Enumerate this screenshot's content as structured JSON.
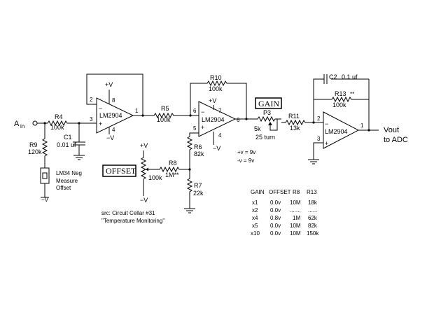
{
  "labels": {
    "ain_main": "A",
    "ain_sub": "in",
    "vout": "Vout",
    "to_adc": "to ADC",
    "offset_box": "OFFSET",
    "gain_box": "GAIN",
    "supply_pos": "+v = 9v",
    "supply_neg": "-v = 9v",
    "src_line1": "src: Circuit Cellar #31",
    "src_line2": "\"Temperature Monitoring\"",
    "sensor_line1": "LM34 Neg",
    "sensor_line2": "Measure",
    "sensor_line3": "Offset",
    "sensor_neg": "−V"
  },
  "components": {
    "R4": {
      "name": "R4",
      "value": "100k"
    },
    "R9": {
      "name": "R9",
      "value": "120k"
    },
    "C1": {
      "name": "C1",
      "value": "0.01 uf"
    },
    "R5": {
      "name": "R5",
      "value": "100k"
    },
    "R10": {
      "name": "R10",
      "value": "100k"
    },
    "R6": {
      "name": "R6",
      "value": "82k"
    },
    "R7": {
      "name": "R7",
      "value": "22k"
    },
    "R8": {
      "name": "R8",
      "value": "1M**"
    },
    "POT": {
      "value": "100k"
    },
    "P3": {
      "name": "P3",
      "value": "5k",
      "note": "25 turn"
    },
    "R11": {
      "name": "R11",
      "value": "13k"
    },
    "R13": {
      "name": "R13",
      "value": "100k",
      "marker": "**"
    },
    "C2": {
      "name": "C2",
      "value": "0.1 uf"
    }
  },
  "opamps": [
    {
      "label": "LM2904",
      "pin_inv": "2",
      "pin_noninv": "3",
      "pin_out": "1",
      "pin_vpos": "8",
      "pin_vneg": "4",
      "vpos": "+V",
      "vneg": "−V"
    },
    {
      "label": "LM2904",
      "pin_inv": "6",
      "pin_noninv": "5",
      "pin_out": "6",
      "pin_vpos": "7",
      "pin_vneg": "4",
      "vpos": "+V",
      "vneg": "−V"
    },
    {
      "label": "LM2904",
      "pin_inv": "2",
      "pin_noninv": "3",
      "pin_out": "1"
    }
  ],
  "pot_supply": {
    "top": "+V",
    "bottom": "−V"
  },
  "gain_table": {
    "headers": [
      "GAIN",
      "OFFSET",
      "R8",
      "R13"
    ],
    "rows": [
      [
        "x1",
        "0.0v",
        "10M",
        "18k"
      ],
      [
        "x2",
        "0.0v",
        ".......",
        "......"
      ],
      [
        "x4",
        "0.8v",
        "1M",
        "62k"
      ],
      [
        "x5",
        "0.0v",
        "10M",
        "82k"
      ],
      [
        "x10",
        "0.0v",
        "10M",
        "150k"
      ]
    ]
  }
}
